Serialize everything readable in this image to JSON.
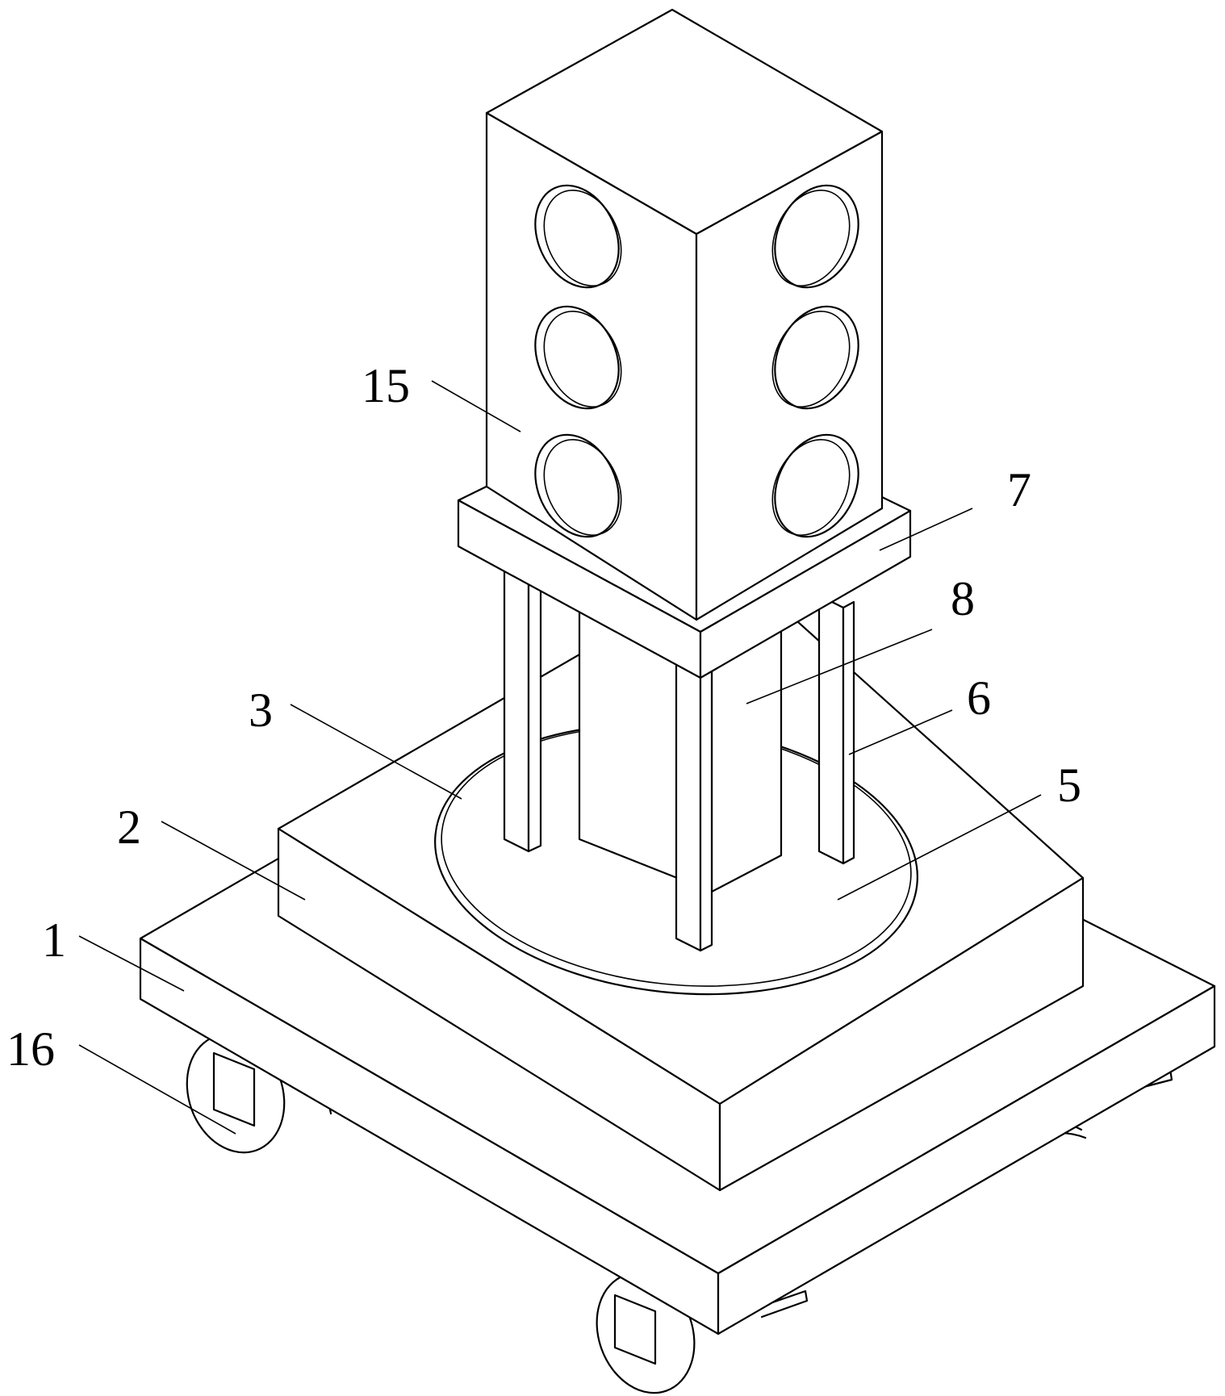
{
  "labels": {
    "l1": "1",
    "l2": "2",
    "l3": "3",
    "l5": "5",
    "l6": "6",
    "l7": "7",
    "l8": "8",
    "l15": "15",
    "l16": "16"
  },
  "colors": {
    "line": "#000000",
    "background": "#ffffff"
  }
}
